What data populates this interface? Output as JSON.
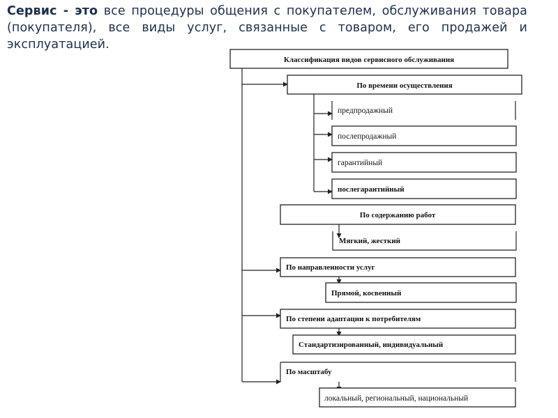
{
  "intro": {
    "term": "Сервис",
    "dash": " - ",
    "copula": "это",
    "definition": " все процедуры общения с покупателем, обслуживания товара (покупателя), все виды услуг, связанные с товаром, его продажей и эксплуатацией."
  },
  "diagram": {
    "root": "Классификация видов сервисного обслуживания",
    "by_time": {
      "title": "По времени осуществления",
      "items": [
        "предпродажный",
        "послепродажный",
        "гарантийный",
        "послегарантийный"
      ]
    },
    "by_content": {
      "title": "По содержанию работ",
      "values": "Мягкий,  жесткий"
    },
    "by_direction": {
      "title": "По направленности услуг",
      "values": "Прямой, косвенный"
    },
    "by_adaptation": {
      "title": "По степени адаптации к потребителям",
      "values": "Стандартизированный, индивидуальный"
    },
    "by_scale": {
      "title": "По масштабу",
      "values": "локальный, региональный, национальный"
    }
  }
}
